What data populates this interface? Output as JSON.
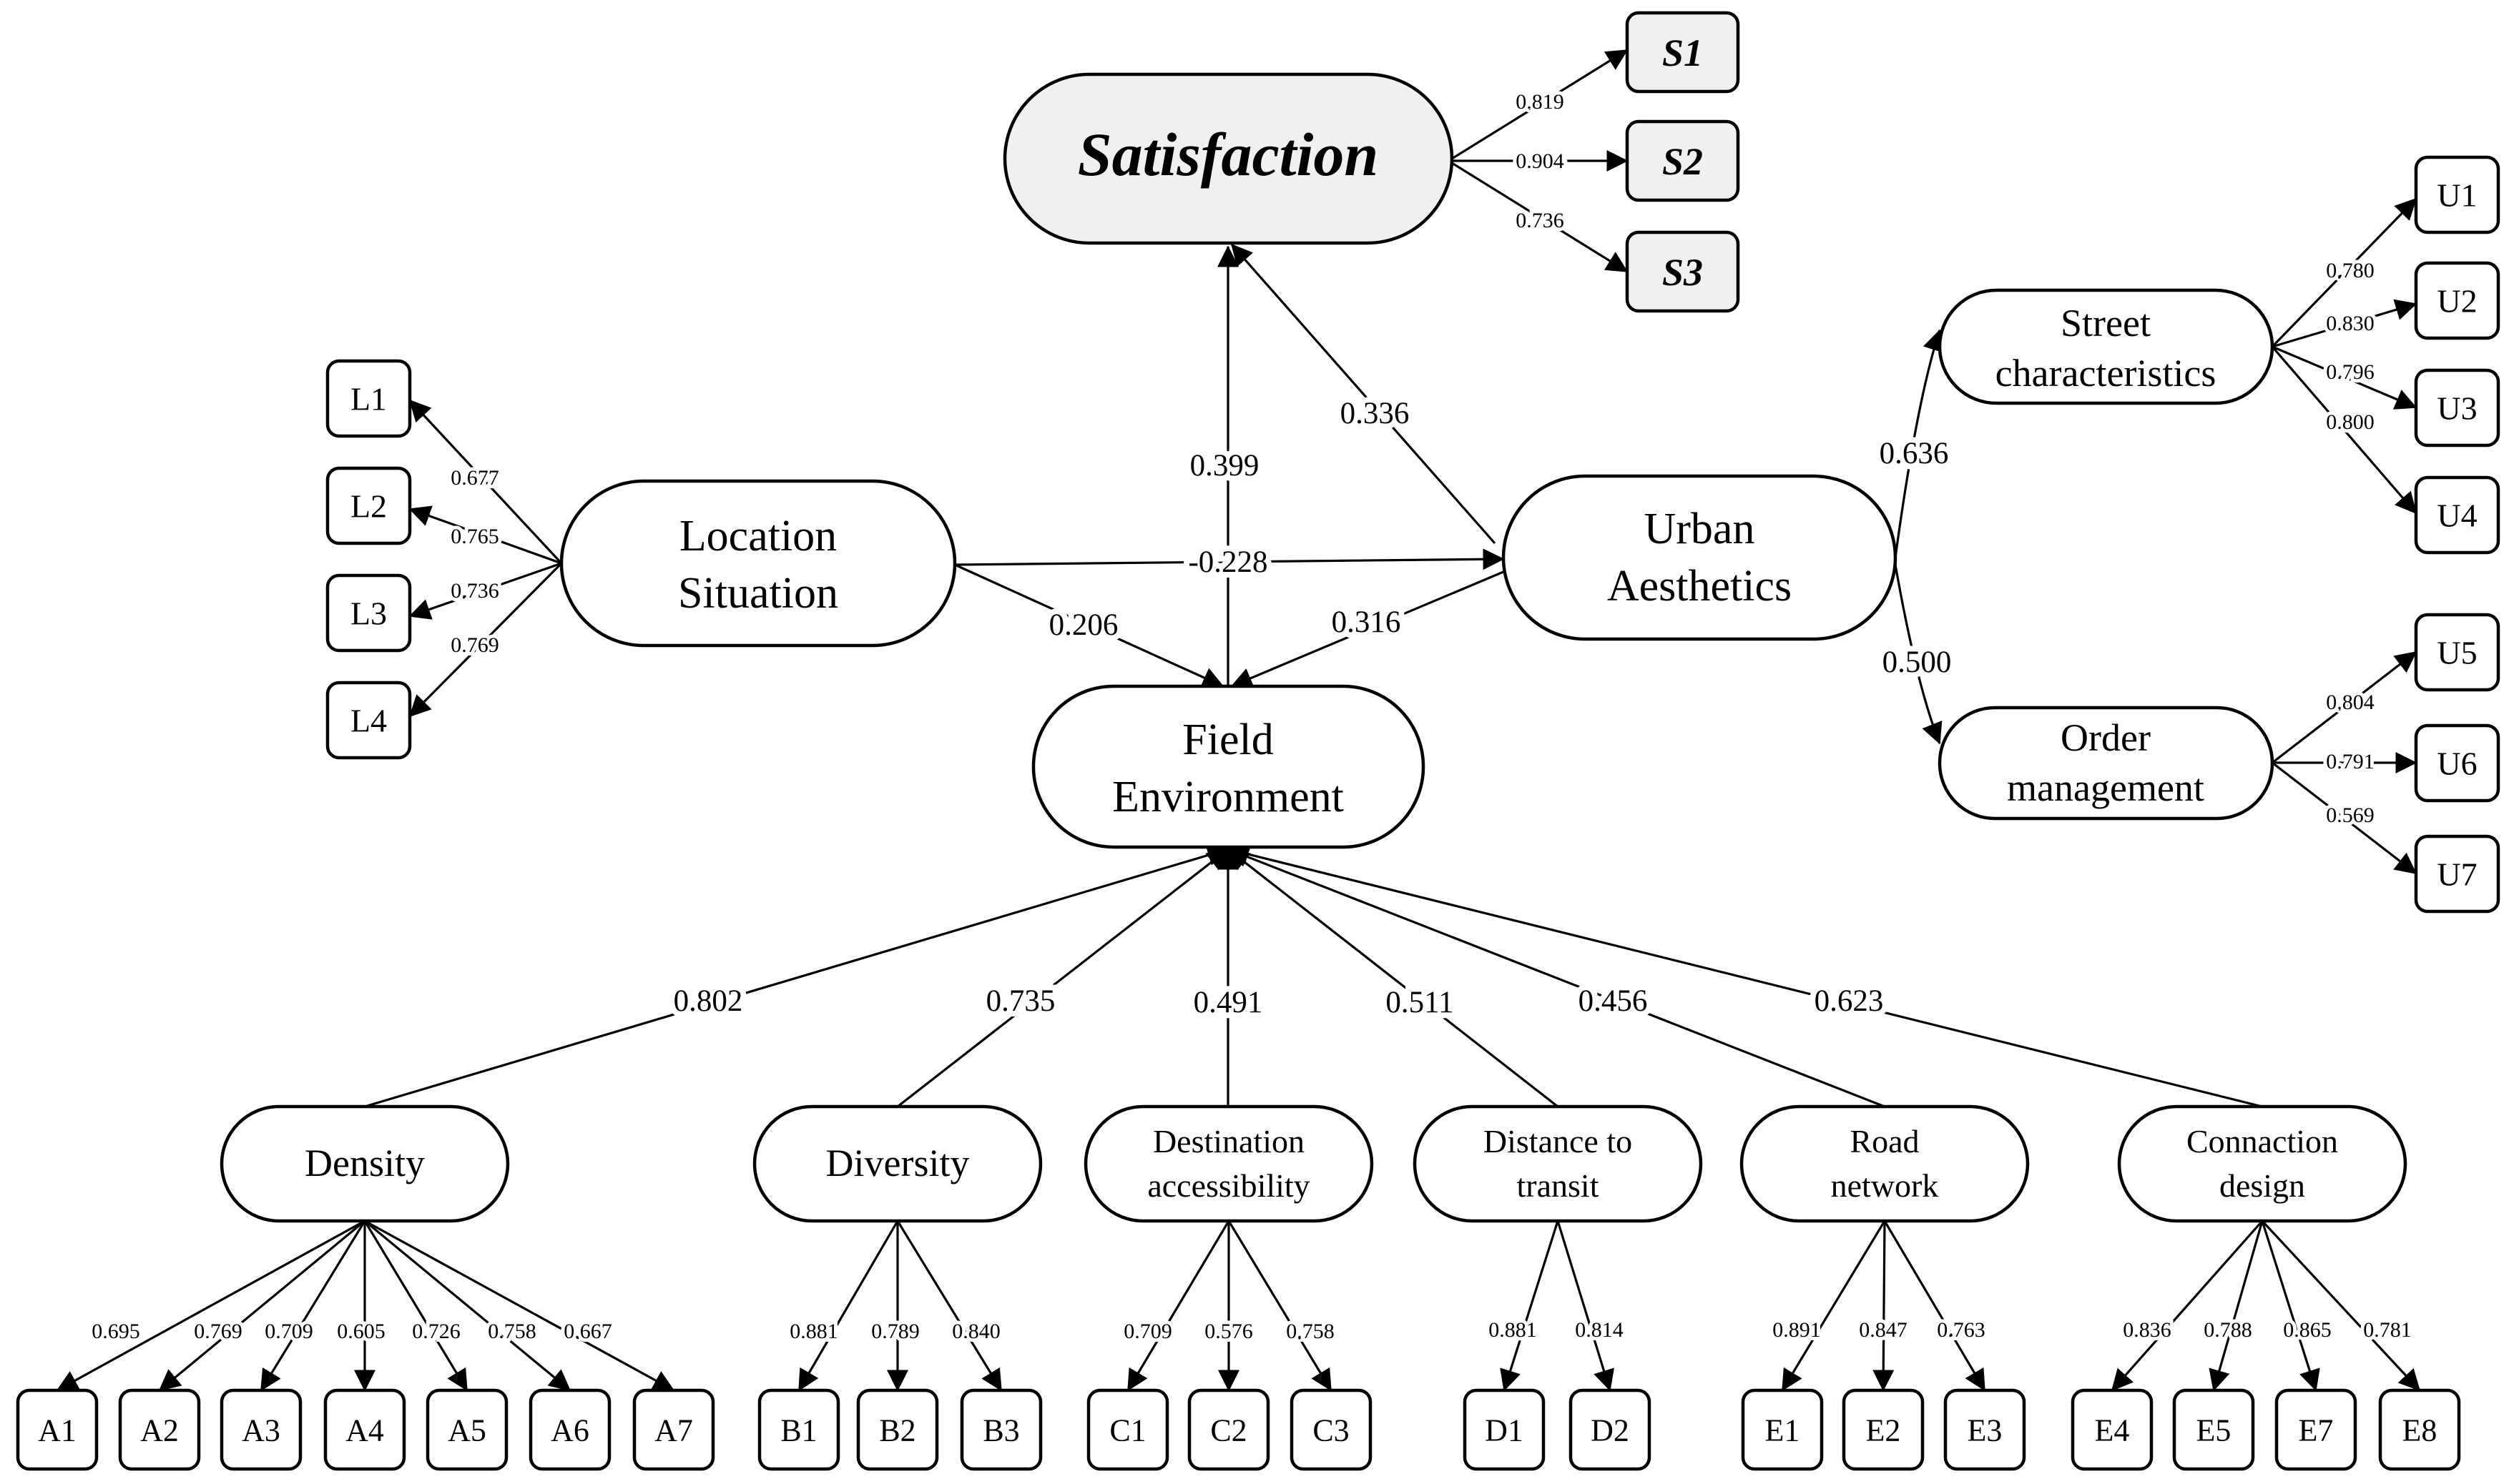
{
  "constructs": {
    "satisfaction": "Satisfaction",
    "location_1": "Location",
    "location_2": "Situation",
    "urban_1": "Urban",
    "urban_2": "Aesthetics",
    "field_1": "Field",
    "field_2": "Environment",
    "street_1": "Street",
    "street_2": "characteristics",
    "order_1": "Order",
    "order_2": "management",
    "density": "Density",
    "diversity": "Diversity",
    "destination_1": "Destination",
    "destination_2": "accessibility",
    "distance_1": "Distance to",
    "distance_2": "transit",
    "road_1": "Road",
    "road_2": "network",
    "connaction_1": "Connaction",
    "connaction_2": "design"
  },
  "indicators": {
    "S1": "S1",
    "S2": "S2",
    "S3": "S3",
    "L1": "L1",
    "L2": "L2",
    "L3": "L3",
    "L4": "L4",
    "U1": "U1",
    "U2": "U2",
    "U3": "U3",
    "U4": "U4",
    "U5": "U5",
    "U6": "U6",
    "U7": "U7",
    "A1": "A1",
    "A2": "A2",
    "A3": "A3",
    "A4": "A4",
    "A5": "A5",
    "A6": "A6",
    "A7": "A7",
    "B1": "B1",
    "B2": "B2",
    "B3": "B3",
    "C1": "C1",
    "C2": "C2",
    "C3": "C3",
    "D1": "D1",
    "D2": "D2",
    "E1": "E1",
    "E2": "E2",
    "E3": "E3",
    "E4": "E4",
    "E5": "E5",
    "E7": "E7",
    "E8": "E8"
  },
  "paths": {
    "field_to_sat": "0.399",
    "urban_to_sat": "0.336",
    "loc_to_urban": "-0.228",
    "loc_to_field": "0.206",
    "urban_to_field": "0.316",
    "urban_to_street": "0.636",
    "urban_to_order": "0.500",
    "density": "0.802",
    "diversity": "0.735",
    "destination": "0.491",
    "distance": "0.511",
    "road": "0.456",
    "connaction": "0.623"
  },
  "loadings": {
    "S1": "0.819",
    "S2": "0.904",
    "S3": "0.736",
    "L1": "0.677",
    "L2": "0.765",
    "L3": "0.736",
    "L4": "0.769",
    "U1": "0.780",
    "U2": "0.830",
    "U3": "0.796",
    "U4": "0.800",
    "U5": "0.804",
    "U6": "0.791",
    "U7": "0.569",
    "A1": "0.695",
    "A2": "0.769",
    "A3": "0.709",
    "A4": "0.605",
    "A5": "0.726",
    "A6": "0.758",
    "A7": "0.667",
    "B1": "0.881",
    "B2": "0.789",
    "B3": "0.840",
    "C1": "0.709",
    "C2": "0.576",
    "C3": "0.758",
    "D1": "0.881",
    "D2": "0.814",
    "E1": "0.891",
    "E2": "0.847",
    "E3": "0.763",
    "E4": "0.836",
    "E5": "0.788",
    "E7": "0.865",
    "E8": "0.781"
  }
}
